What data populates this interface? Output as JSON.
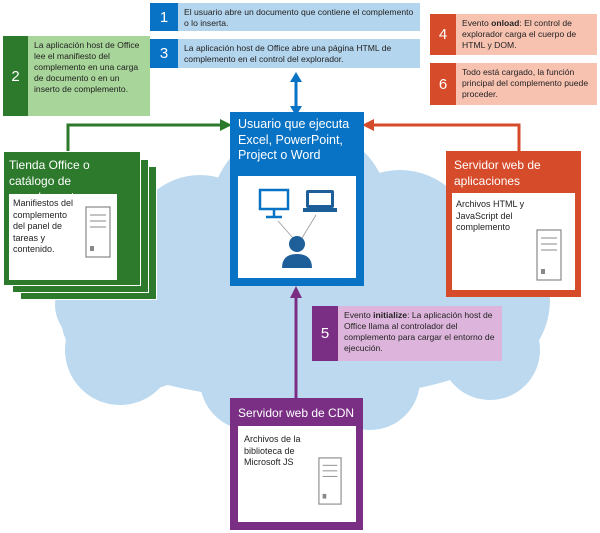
{
  "steps": [
    {
      "number": "1",
      "text": "El usuario abre un documento que contiene el complemento o lo inserta."
    },
    {
      "number": "2",
      "text": "La aplicación host de Office lee el manifiesto del complemento en una carga de documento o en un inserto de complemento."
    },
    {
      "number": "3",
      "text": "La aplicación host de Office abre una página HTML de complemento en el control del explorador."
    },
    {
      "number": "4",
      "bold": "onload",
      "prefix": "Evento ",
      "text": ": El control de explorador carga el cuerpo de HTML y DOM."
    },
    {
      "number": "5",
      "bold": "initialize",
      "prefix": "Evento ",
      "text": ": La aplicación host de Office llama al controlador del complemento para cargar el entorno de ejecución."
    },
    {
      "number": "6",
      "text": "Todo está cargado, la función principal del complemento puede proceder."
    }
  ],
  "boxes": {
    "user": {
      "title": "Usuario que ejecuta Excel, PowerPoint, Project o Word"
    },
    "store": {
      "title": "Tienda Office o catálogo de complementos",
      "content": "Manifiestos del complemento del panel de tareas y contenido."
    },
    "webserver": {
      "title": "Servidor web de aplicaciones",
      "content": "Archivos HTML y JavaScript del complemento"
    },
    "cdn": {
      "title": "Servidor web de CDN",
      "content": "Archivos de la biblioteca de Microsoft JS"
    }
  },
  "colors": {
    "blue": "#0872c4",
    "light_blue": "#b4d5ee",
    "green": "#2d7a2d",
    "light_green": "#a8d59a",
    "red": "#d64b2a",
    "light_red": "#f8c2b1",
    "purple": "#7a2f85",
    "light_purple": "#ddb5dc",
    "cloud": "#bcd9ef"
  }
}
